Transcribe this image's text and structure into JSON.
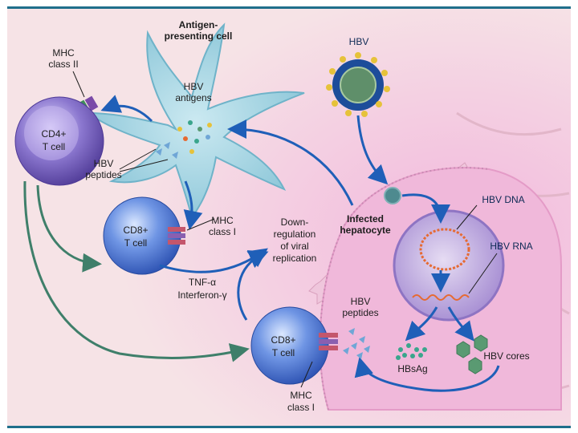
{
  "labels": {
    "apc_line1": "Antigen-",
    "apc_line2": "presenting cell",
    "mhc2_line1": "MHC",
    "mhc2_line2": "class II",
    "hbv_antigens_line1": "HBV",
    "hbv_antigens_line2": "antigens",
    "cd4_line1": "CD4+",
    "cd4_line2": "T cell",
    "hbv_peptides_left_line1": "HBV",
    "hbv_peptides_left_line2": "peptides",
    "cd8_top_line1": "CD8+",
    "cd8_top_line2": "T cell",
    "mhc1_top_line1": "MHC",
    "mhc1_top_line2": "class I",
    "down_line1": "Down-",
    "down_line2": "regulation",
    "down_line3": "of viral",
    "down_line4": "replication",
    "tnf": "TNF-α",
    "interferon": "Interferon-γ",
    "hbv_virus": "HBV",
    "hepatocyte_line1": "Infected",
    "hepatocyte_line2": "hepatocyte",
    "hbv_dna": "HBV DNA",
    "hbv_rna": "HBV RNA",
    "hbv_peptides_right_line1": "HBV",
    "hbv_peptides_right_line2": "peptides",
    "cd8_bottom_line1": "CD8+",
    "cd8_bottom_line2": "T cell",
    "hbsag": "HBsAg",
    "hbv_cores": "HBV cores",
    "mhc1_bottom_line1": "MHC",
    "mhc1_bottom_line2": "class I"
  },
  "colors": {
    "background": "#f6dfe4",
    "apc": "#9fd0df",
    "t_cell": "#5a80d8",
    "cd4_cell": "#7a65b8",
    "hepatocyte": "#e9a8d4",
    "nucleus": "#bfa6dc",
    "arrow_blue": "#1f5fb8",
    "arrow_green": "#3f7f6a",
    "border": "#1f6f8b"
  }
}
